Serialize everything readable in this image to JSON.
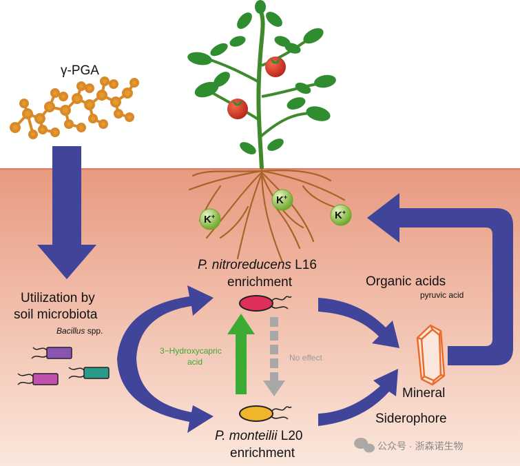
{
  "labels": {
    "molecule": "γ-PGA",
    "utilization_line1": "Utilization by",
    "utilization_line2": "soil microbiota",
    "bacillus": "Bacillus",
    "bacillus_suffix": " spp.",
    "l16_species": "P. nitroreducens",
    "l16_strain": " L16",
    "l16_enrichment": "enrichment",
    "l20_species": "P. monteilii",
    "l20_strain": " L20",
    "l20_enrichment": "enrichment",
    "organic_acids": "Organic acids",
    "pyruvic_acid": "pyruvic acid",
    "hydroxy_line1": "3−Hydroxycapric",
    "hydroxy_line2": "acid",
    "no_effect": "No effect",
    "mineral": "Mineral",
    "siderophore": "Siderophore",
    "k1": "K",
    "k2": "K",
    "k3": "K",
    "k_sup": "+",
    "watermark": "公众号 · 浙森诺生物"
  },
  "colors": {
    "arrow_blue": "#40459a",
    "green_arrow": "#3bab34",
    "gray_arrow": "#a8a8a8",
    "soil_top": "#e89a80",
    "soil_bottom": "#fbe7dc",
    "molecule": "#e69a2c",
    "l16_cell": "#e0305a",
    "l20_cell": "#f1b52c",
    "bacillus_purple": "#8a55b0",
    "bacillus_pink": "#c24fae",
    "bacillus_teal": "#2a9a8a",
    "mineral": "#ec6b2c",
    "k_ball": "#8cc63f",
    "tomato": "#d8321f",
    "leaf": "#2c8a2c",
    "root": "#a86426"
  }
}
